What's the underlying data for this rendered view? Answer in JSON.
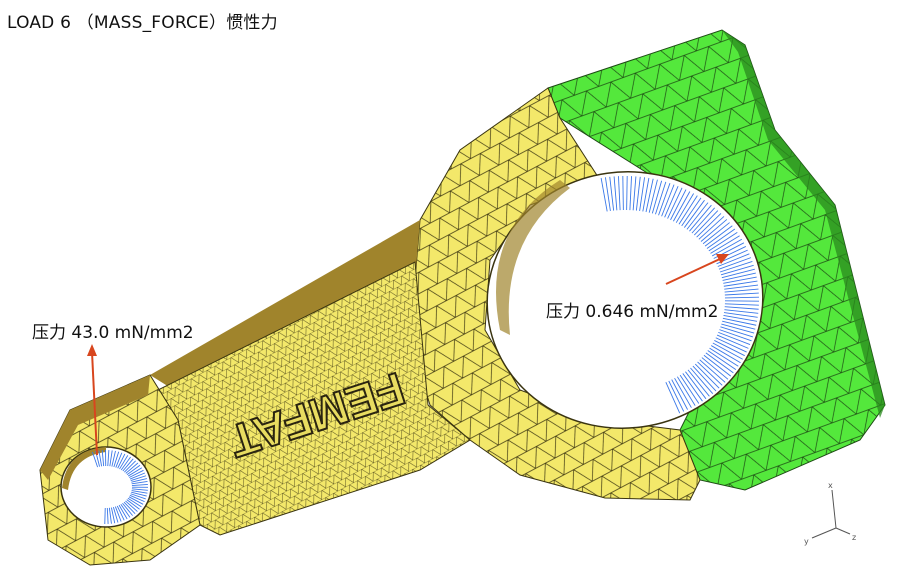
{
  "title": "LOAD 6 （MASS_FORCE）惯性力",
  "annotations": {
    "small_end_pressure": "压力 43.0 mN/mm2",
    "big_end_pressure": "压力 0.646 mN/mm2"
  },
  "model": {
    "engraving": "FEMFAT",
    "colors": {
      "shank": "#f3e86a",
      "shank_shade": "#a0842c",
      "cap": "#54e83c",
      "cap_shade": "#2a8a1e",
      "mesh_line": "#2a2a12",
      "load_arrow": "#3a78e8",
      "annotation_arrow": "#d8461e"
    }
  },
  "triad": {
    "axes": [
      "x",
      "y",
      "z"
    ]
  }
}
